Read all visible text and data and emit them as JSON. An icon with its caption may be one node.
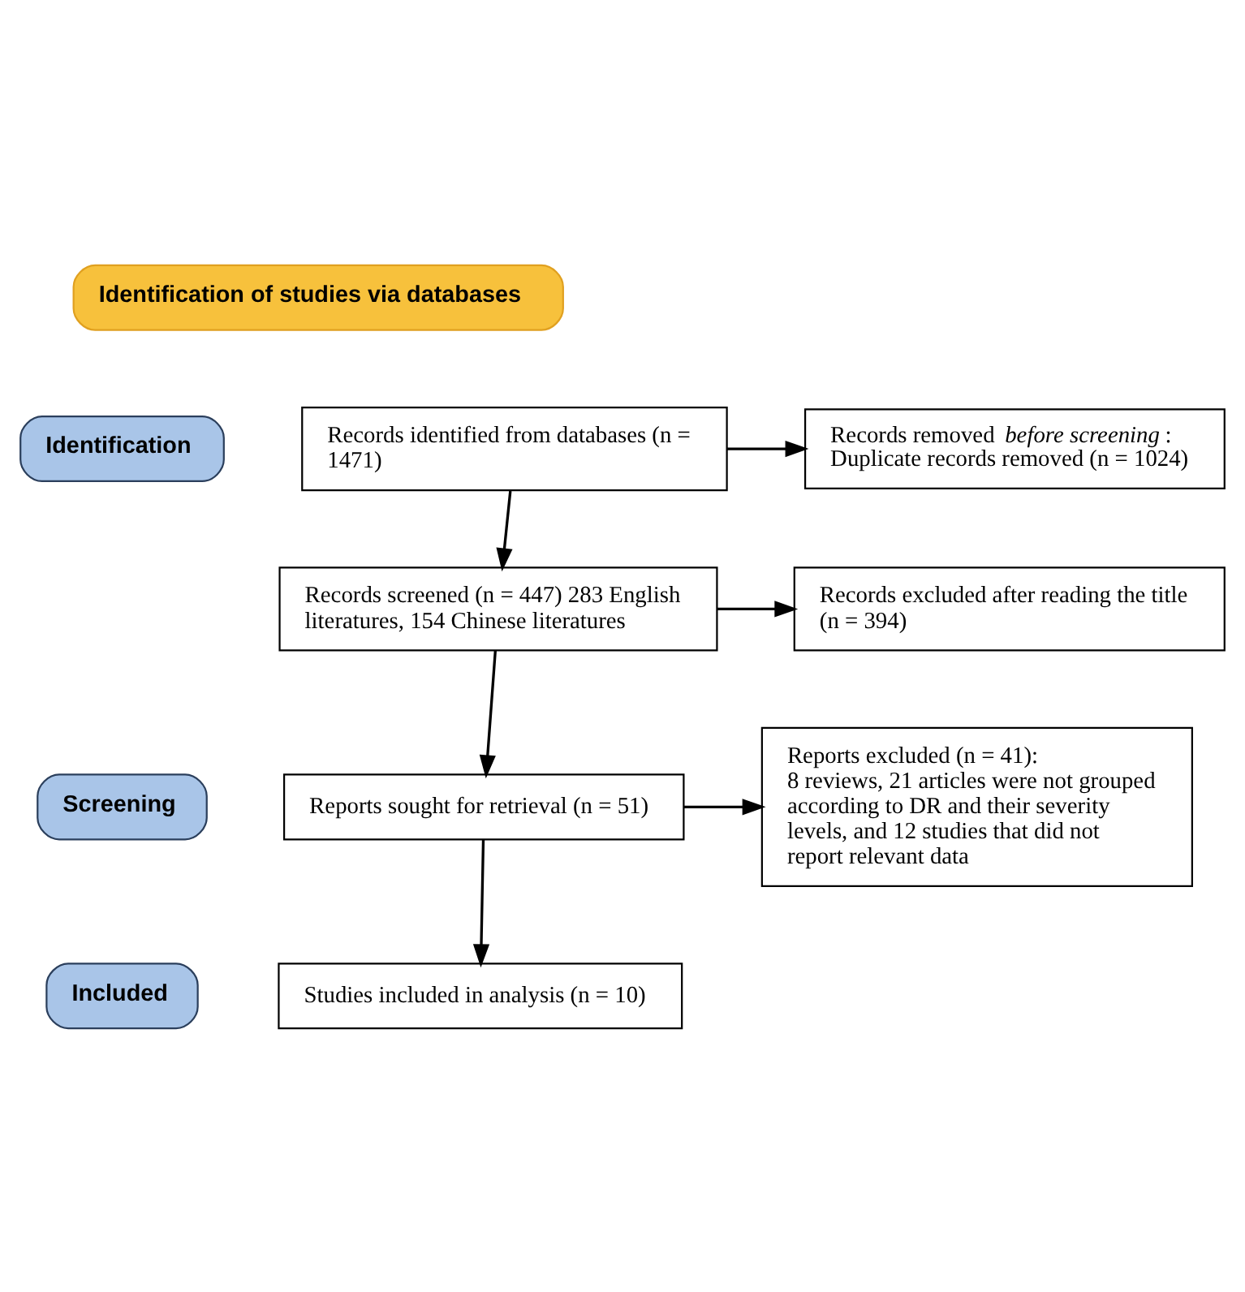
{
  "diagram": {
    "nodes": [
      {
        "text": [
          "Identification of studies via databases"
        ]
      },
      {
        "text": [
          "Identification"
        ]
      },
      {
        "text": [
          "Screening"
        ]
      },
      {
        "text": [
          "Included"
        ]
      },
      {
        "text": [
          "Records identified from databases (n = 1471)"
        ]
      },
      {
        "text": [
          "Records removed *before screening*: Duplicate records removed (n = 1024)"
        ]
      },
      {
        "text": [
          "Records screened (n = 447) 283 English literatures, 154 Chinese literatures"
        ]
      },
      {
        "text": [
          "Records excluded after reading the title (n = 394)"
        ]
      },
      {
        "text": [
          "Reports sought for retrieval (n = 51)"
        ]
      },
      {
        "text": [
          "Reports excluded (n = 41):",
          "8 reviews, 21 articles were not grouped according to DR and their severity levels, and 12 studies that did not report relevant data"
        ]
      },
      {
        "text": [
          "Studies included in analysis (n = 10)"
        ]
      }
    ],
    "edges": [
      {
        "from": 4,
        "to": 5,
        "arrow": "to"
      },
      {
        "from": 4,
        "to": 6,
        "arrow": "to"
      },
      {
        "from": 6,
        "to": 7,
        "arrow": "to"
      },
      {
        "from": 6,
        "to": 8,
        "arrow": "to"
      },
      {
        "from": 8,
        "to": 9,
        "arrow": "to"
      },
      {
        "from": 8,
        "to": 10,
        "arrow": "to"
      }
    ]
  }
}
